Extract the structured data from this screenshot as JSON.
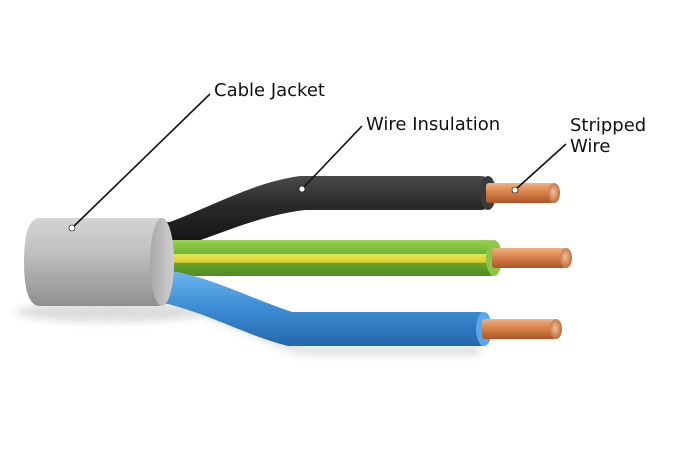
{
  "labels": {
    "cable_jacket": "Cable Jacket",
    "wire_insulation": "Wire Insulation",
    "stripped_wire_line1": "Stripped",
    "stripped_wire_line2": "Wire"
  },
  "colors": {
    "jacket": "#b9b9b9",
    "black_insulation": "#2a2a2a",
    "earth_green": "#7fbf3a",
    "earth_yellow": "#e8e24a",
    "blue_insulation": "#3f8fd6",
    "copper": "#d9834a"
  }
}
